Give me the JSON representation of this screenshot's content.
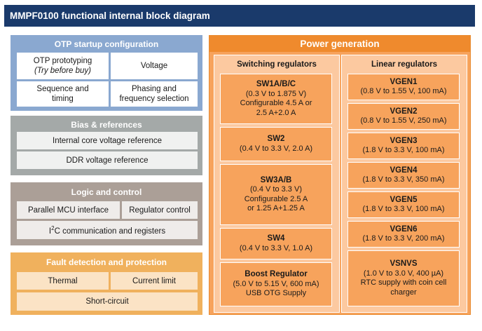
{
  "title": "MMPF0100 functional internal block diagram",
  "otp": {
    "title": "OTP startup configuration",
    "prototyping": "OTP prototyping",
    "prototyping_note": "(Try before buy)",
    "voltage": "Voltage",
    "sequence_line1": "Sequence and",
    "sequence_line2": "timing",
    "phasing_line1": "Phasing and",
    "phasing_line2": "frequency selection"
  },
  "bias": {
    "title": "Bias & references",
    "core": "Internal core voltage reference",
    "ddr": "DDR voltage reference"
  },
  "logic": {
    "title": "Logic and control",
    "mcu": "Parallel MCU interface",
    "regulator": "Regulator control",
    "i2c_pre": "I",
    "i2c_sup": "2",
    "i2c_post": "C communication and registers"
  },
  "fault": {
    "title": "Fault detection and protection",
    "thermal": "Thermal",
    "current": "Current limit",
    "short": "Short-circuit"
  },
  "power": {
    "title": "Power generation",
    "switching_title": "Switching regulators",
    "linear_title": "Linear regulators",
    "switching": [
      {
        "name": "SW1A/B/C",
        "lines": [
          "(0.3 V to 1.875 V)",
          "Configurable 4.5 A or",
          "2.5 A+2.0 A"
        ]
      },
      {
        "name": "SW2",
        "lines": [
          "(0.4 V to 3.3 V, 2.0 A)"
        ]
      },
      {
        "name": "SW3A/B",
        "lines": [
          "(0.4 V to 3.3 V)",
          "Configurable 2.5 A",
          "or 1.25 A+1.25 A"
        ]
      },
      {
        "name": "SW4",
        "lines": [
          "(0.4 V to 3.3 V, 1.0 A)"
        ]
      },
      {
        "name": "Boost Regulator",
        "lines": [
          "(5.0 V to 5.15 V, 600 mA)",
          "USB OTG Supply"
        ]
      }
    ],
    "linear": [
      {
        "name": "VGEN1",
        "lines": [
          "(0.8 V to 1.55 V, 100 mA)"
        ]
      },
      {
        "name": "VGEN2",
        "lines": [
          "(0.8 V to 1.55 V, 250 mA)"
        ]
      },
      {
        "name": "VGEN3",
        "lines": [
          "(1.8 V to 3.3 V, 100 mA)"
        ]
      },
      {
        "name": "VGEN4",
        "lines": [
          "(1.8 V to 3.3 V, 350 mA)"
        ]
      },
      {
        "name": "VGEN5",
        "lines": [
          "(1.8 V to 3.3 V, 100 mA)"
        ]
      },
      {
        "name": "VGEN6",
        "lines": [
          "(1.8 V to 3.3 V, 200 mA)"
        ]
      },
      {
        "name": "VSNVS",
        "lines": [
          "(1.0 V to 3.0 V, 400 µA)",
          "RTC supply with coin cell",
          "charger"
        ]
      }
    ]
  }
}
